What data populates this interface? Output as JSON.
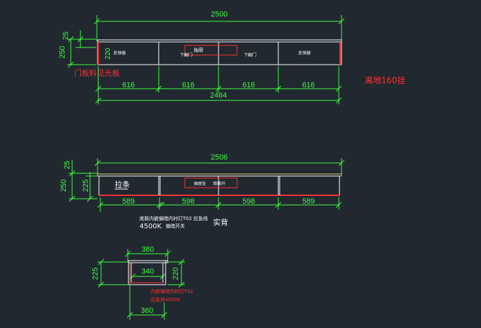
{
  "colors": {
    "background": "#212830",
    "dimension": "#3dff3d",
    "outline": "#ffffff",
    "accent_red": "#ff3030",
    "shelf_yellow": "#d8d37a"
  },
  "top_view": {
    "overall_width": "2500",
    "height_total": "250",
    "height_top": "25",
    "height_inner": "220",
    "label_left_1": "反弹器",
    "label_drawer": "抽屉",
    "label_door_1": "下翻门",
    "label_door_2": "下翻门",
    "label_right": "反弹器",
    "side_note": "门板料见光板",
    "height_note": "离地160挂",
    "bottom_dims": [
      "616",
      "616",
      "616",
      "616"
    ],
    "inner_width": "2464"
  },
  "front_view": {
    "overall_width": "2506",
    "height_total": "250",
    "height_top": "25",
    "height_inner": "225",
    "label_handle": "拉条",
    "label_drawer": "抽屉处",
    "label_slot": "观格开",
    "bottom_dims": [
      "589",
      "598",
      "598",
      "589"
    ],
    "note_line1": "底板内嵌偏暗内衬灯T02 应急线",
    "note_line2": "4500K",
    "note_line2b": "偏暗开关",
    "note_material": "实背"
  },
  "section_view": {
    "top_width": "380",
    "inner_width": "340",
    "height_left": "225",
    "height_right": "220",
    "bottom_width": "360",
    "red_note_1": "内嵌偏暗内衬灯T02",
    "red_note_2": "应急线4500K"
  }
}
